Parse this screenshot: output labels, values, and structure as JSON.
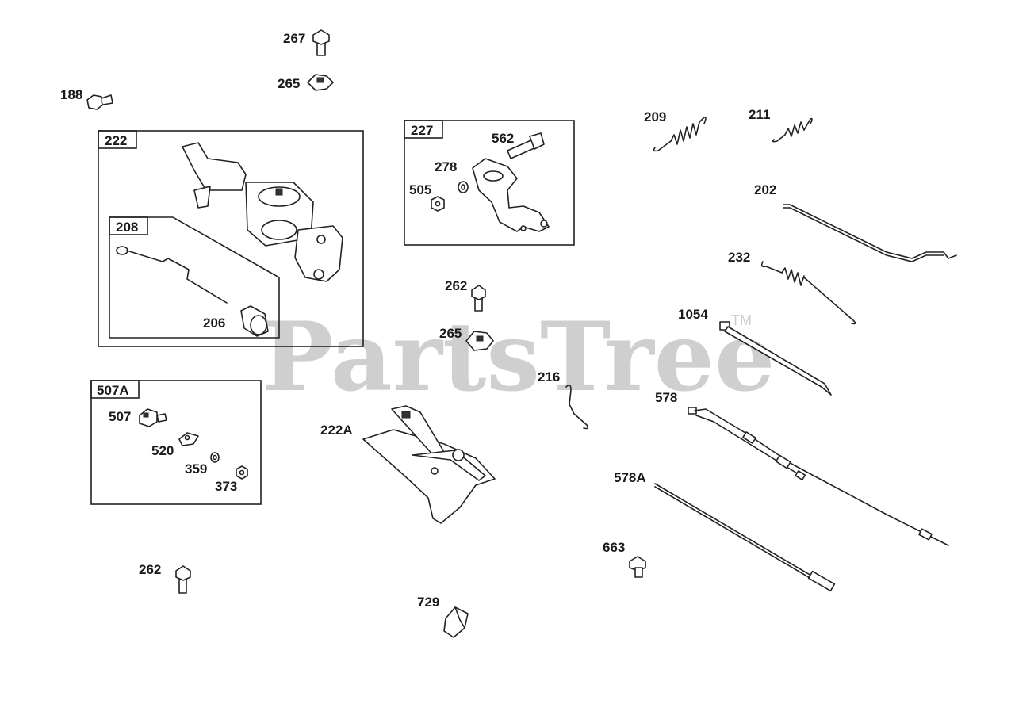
{
  "watermark": {
    "text": "PartsTree",
    "trademark": "TM"
  },
  "boxes": [
    {
      "id": "222",
      "label": "222"
    },
    {
      "id": "208",
      "label": "208"
    },
    {
      "id": "227",
      "label": "227"
    },
    {
      "id": "507A",
      "label": "507A"
    }
  ],
  "callouts": {
    "p267": "267",
    "p265a": "265",
    "p188": "188",
    "p206": "206",
    "p562": "562",
    "p278": "278",
    "p505": "505",
    "p209": "209",
    "p211": "211",
    "p202": "202",
    "p232": "232",
    "p1054": "1054",
    "p262a": "262",
    "p265b": "265",
    "p216": "216",
    "p578": "578",
    "p222A": "222A",
    "p507": "507",
    "p520": "520",
    "p359": "359",
    "p373": "373",
    "p578A": "578A",
    "p663": "663",
    "p262b": "262",
    "p729": "729"
  }
}
